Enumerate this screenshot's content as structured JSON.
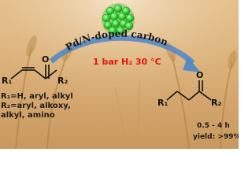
{
  "scheme": {
    "catalyst_label": "Pd/N-doped carbon",
    "conditions": "1 bar H₂  30 °C",
    "substituents": [
      "R₁=H, aryl, alkyl",
      "R₂=aryl, alkoxy,",
      "alkyl, amino"
    ],
    "time": "0.5 - 4 h",
    "yield": "yield: >99%",
    "reactant_r1": "R₁",
    "reactant_r2": "R₂",
    "product_r1": "R₁",
    "product_r2": "R₂",
    "reactant_o": "O",
    "product_o": "O"
  },
  "colors": {
    "catalyst_green": "#3fdc3a",
    "arrow_blue": "#4f86c9",
    "conditions_red": "#e3170d"
  },
  "icons": [
    "nanoparticle-cluster-icon"
  ]
}
